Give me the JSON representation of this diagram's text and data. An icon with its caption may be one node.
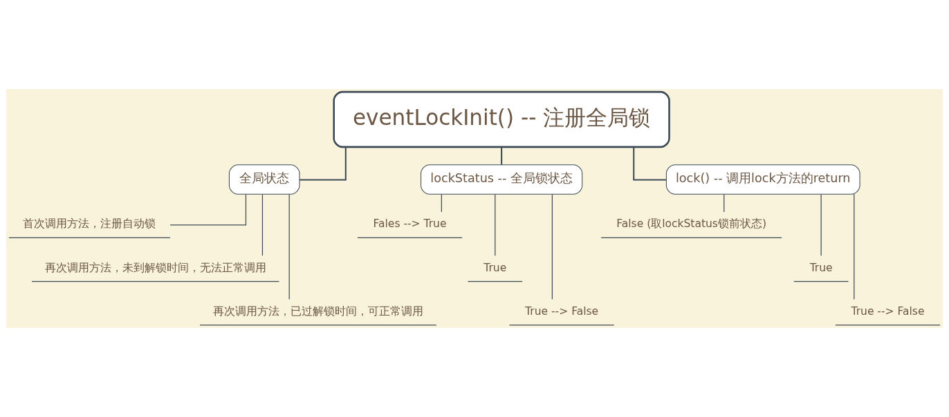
{
  "diagram": {
    "nodes": [
      {
        "text": [
          "eventLockInit() -- 注册全局锁"
        ]
      },
      {
        "text": [
          "全局状态"
        ]
      },
      {
        "text": [
          "lockStatus -- 全局锁状态"
        ]
      },
      {
        "text": [
          "lock() -- 调用lock方法的return"
        ]
      },
      {
        "text": [
          "首次调用方法，注册自动锁"
        ]
      },
      {
        "text": [
          "再次调用方法，未到解锁时间，无法正常调用"
        ]
      },
      {
        "text": [
          "再次调用方法，已过解锁时间，可正常调用"
        ]
      },
      {
        "text": [
          "Fales --> True"
        ]
      },
      {
        "text": [
          "True"
        ]
      },
      {
        "text": [
          "True --> False"
        ]
      },
      {
        "text": [
          "False (取lockStatus锁前状态)"
        ]
      },
      {
        "text": [
          "True"
        ]
      },
      {
        "text": [
          "True --> False"
        ]
      }
    ],
    "edges": [
      {
        "from": 0,
        "to": 1,
        "arrow": "none"
      },
      {
        "from": 0,
        "to": 2,
        "arrow": "none"
      },
      {
        "from": 0,
        "to": 3,
        "arrow": "none"
      },
      {
        "from": 1,
        "to": 4,
        "arrow": "none"
      },
      {
        "from": 1,
        "to": 5,
        "arrow": "none"
      },
      {
        "from": 1,
        "to": 6,
        "arrow": "none"
      },
      {
        "from": 2,
        "to": 7,
        "arrow": "none"
      },
      {
        "from": 2,
        "to": 8,
        "arrow": "none"
      },
      {
        "from": 2,
        "to": 9,
        "arrow": "none"
      },
      {
        "from": 3,
        "to": 10,
        "arrow": "none"
      },
      {
        "from": 3,
        "to": 11,
        "arrow": "none"
      },
      {
        "from": 3,
        "to": 12,
        "arrow": "none"
      }
    ]
  }
}
